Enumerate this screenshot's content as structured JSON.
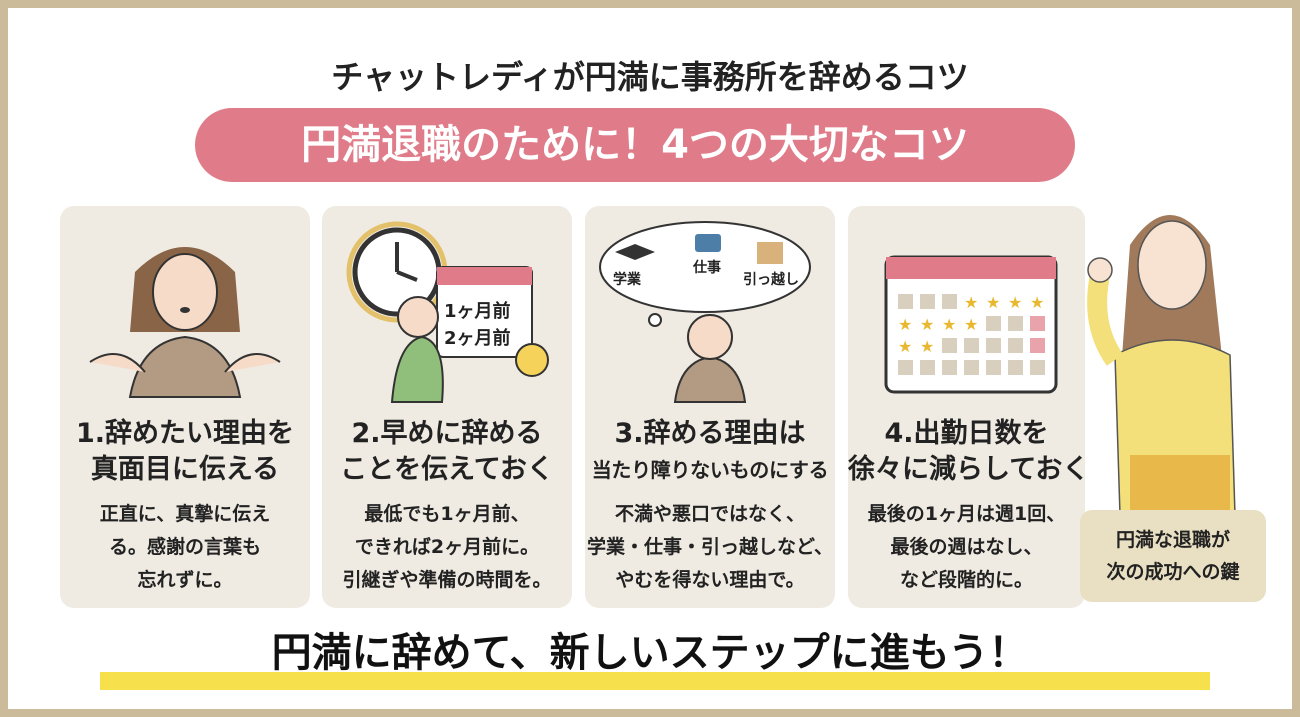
{
  "title": "チャットレディが円満に事務所を辞めるコツ",
  "banner": "円満退職のために！4つの大切なコツ",
  "cards": [
    {
      "heading": [
        "1.辞めたい理由を",
        "真面目に伝える"
      ],
      "body": [
        "正直に、真摯に伝え",
        "る。感謝の言葉も",
        "忘れずに。"
      ]
    },
    {
      "heading": [
        "2.早めに辞める",
        "ことを伝えておく"
      ],
      "body": [
        "最低でも1ヶ月前、",
        "できれば2ヶ月前に。",
        "引継ぎや準備の時間を。"
      ],
      "calendar": [
        "1ヶ月前",
        "2ヶ月前"
      ]
    },
    {
      "heading": [
        "3.辞める理由は",
        "当たり障りないものにする"
      ],
      "body": [
        "不満や悪口ではなく、",
        "学業・仕事・引っ越しなど、",
        "やむを得ない理由で。"
      ],
      "bubble": [
        "学業",
        "仕事",
        "引っ越し"
      ]
    },
    {
      "heading": [
        "4.出勤日数を",
        "徐々に減らしておく"
      ],
      "body": [
        "最後の1ヶ月は週1回、",
        "最後の週はなし、",
        "など段階的に。"
      ]
    }
  ],
  "note": [
    "円満な退職が",
    "次の成功への鍵"
  ],
  "footer": "円満に辞めて、新しいステップに進もう！",
  "colors": {
    "border": "#cbbb9b",
    "banner": "#e07c89",
    "card": "#efebe2",
    "highlight": "#f6e04b",
    "note": "#e9dfc3"
  }
}
